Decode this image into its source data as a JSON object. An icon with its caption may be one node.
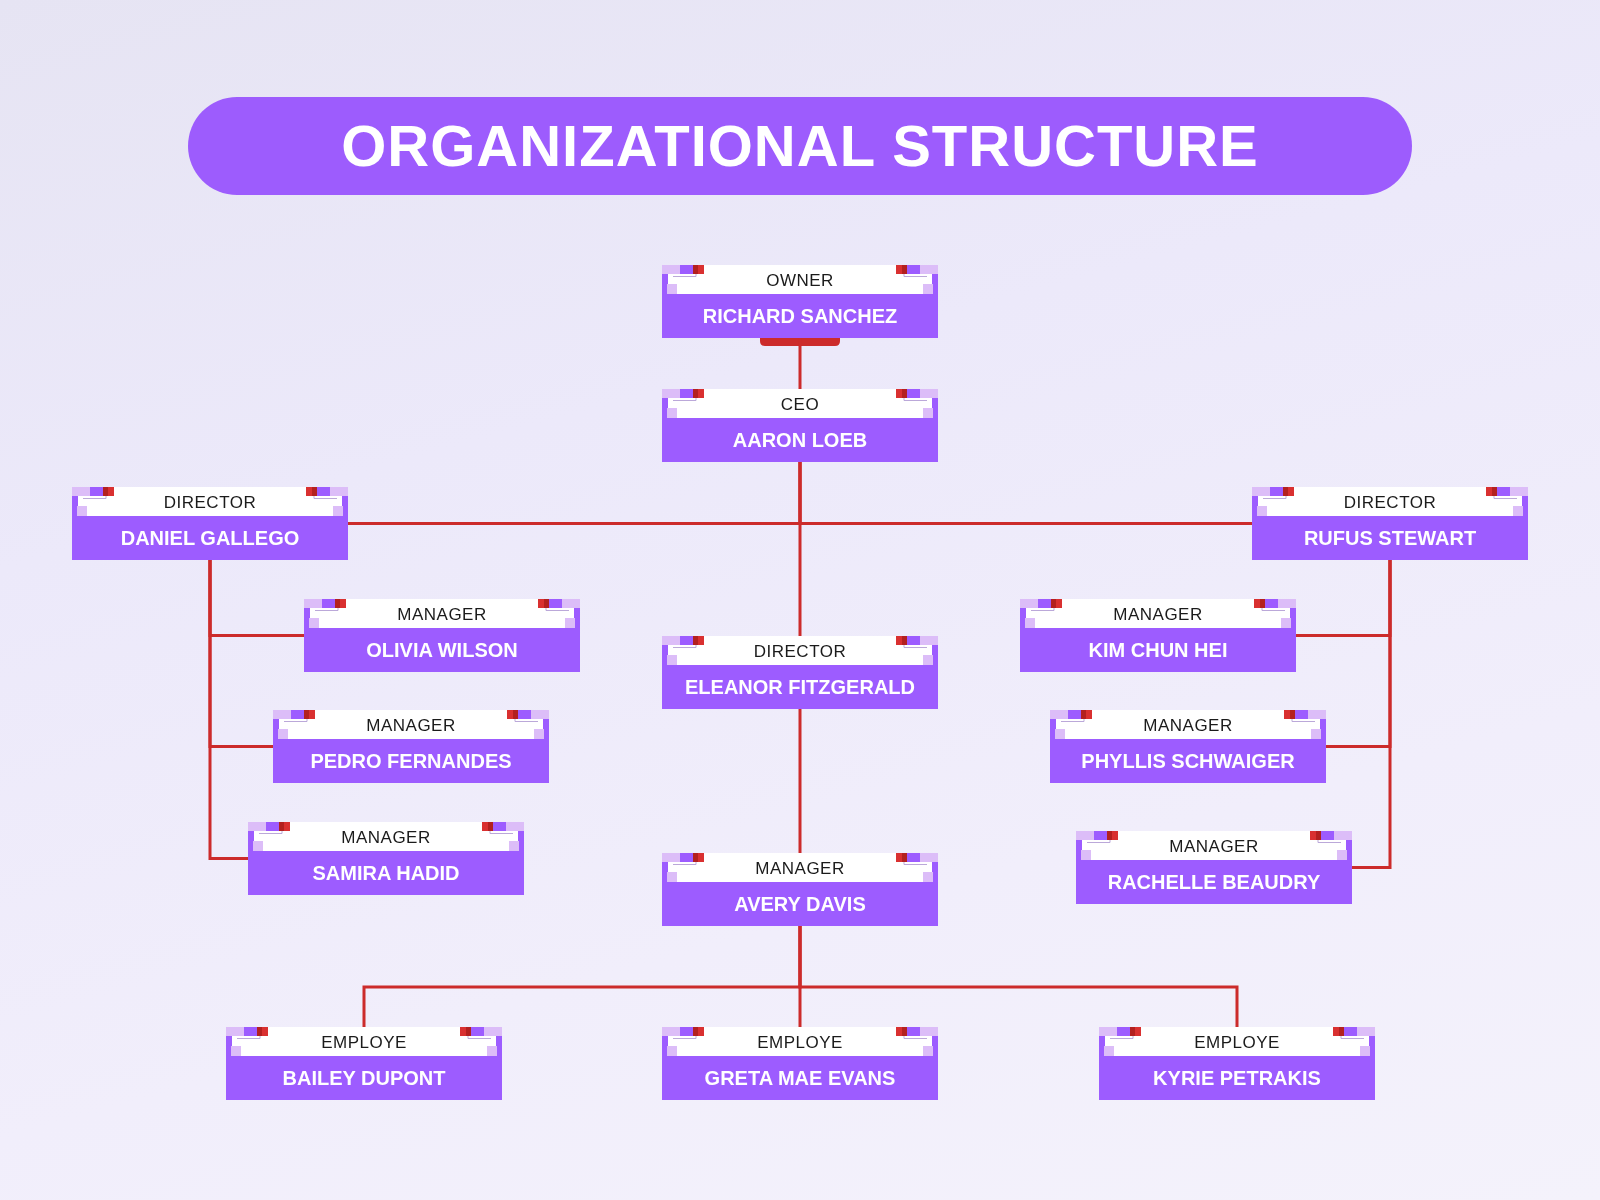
{
  "diagram": {
    "title": "ORGANIZATIONAL STRUCTURE",
    "nodes": [
      {
        "text": [
          "OWNER",
          "RICHARD SANCHEZ"
        ]
      },
      {
        "text": [
          "CEO",
          "AARON LOEB"
        ]
      },
      {
        "text": [
          "DIRECTOR",
          "DANIEL GALLEGO"
        ]
      },
      {
        "text": [
          "DIRECTOR",
          "RUFUS STEWART"
        ]
      },
      {
        "text": [
          "MANAGER",
          "OLIVIA WILSON"
        ]
      },
      {
        "text": [
          "MANAGER",
          "KIM CHUN HEI"
        ]
      },
      {
        "text": [
          "DIRECTOR",
          "ELEANOR FITZGERALD"
        ]
      },
      {
        "text": [
          "MANAGER",
          "PEDRO FERNANDES"
        ]
      },
      {
        "text": [
          "MANAGER",
          "PHYLLIS SCHWAIGER"
        ]
      },
      {
        "text": [
          "MANAGER",
          "SAMIRA HADID"
        ]
      },
      {
        "text": [
          "MANAGER",
          "RACHELLE BEAUDRY"
        ]
      },
      {
        "text": [
          "MANAGER",
          "AVERY DAVIS"
        ]
      },
      {
        "text": [
          "EMPLOYE",
          "BAILEY DUPONT"
        ]
      },
      {
        "text": [
          "EMPLOYE",
          "GRETA MAE EVANS"
        ]
      },
      {
        "text": [
          "EMPLOYE",
          "KYRIE PETRAKIS"
        ]
      }
    ],
    "edges": [
      {
        "from": 0,
        "to": 1,
        "arrow": "none"
      },
      {
        "from": 1,
        "to": 2,
        "arrow": "none"
      },
      {
        "from": 1,
        "to": 3,
        "arrow": "none"
      },
      {
        "from": 1,
        "to": 6,
        "arrow": "none"
      },
      {
        "from": 2,
        "to": 4,
        "arrow": "none"
      },
      {
        "from": 2,
        "to": 7,
        "arrow": "none"
      },
      {
        "from": 2,
        "to": 9,
        "arrow": "none"
      },
      {
        "from": 3,
        "to": 5,
        "arrow": "none"
      },
      {
        "from": 3,
        "to": 8,
        "arrow": "none"
      },
      {
        "from": 3,
        "to": 10,
        "arrow": "none"
      },
      {
        "from": 6,
        "to": 11,
        "arrow": "none"
      },
      {
        "from": 11,
        "to": 12,
        "arrow": "none"
      },
      {
        "from": 11,
        "to": 13,
        "arrow": "none"
      },
      {
        "from": 11,
        "to": 14,
        "arrow": "none"
      }
    ]
  }
}
